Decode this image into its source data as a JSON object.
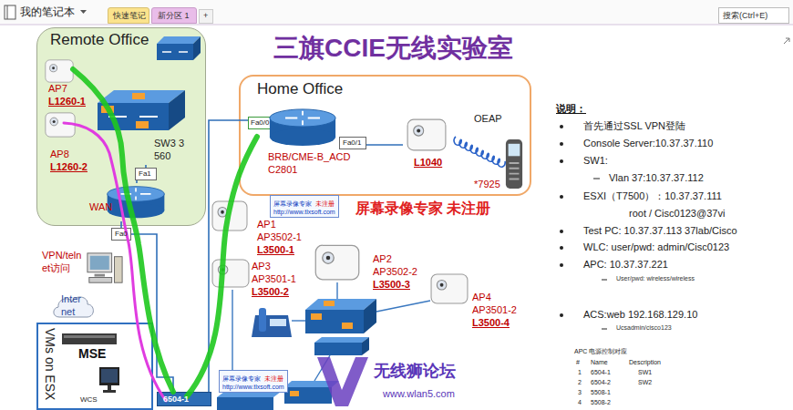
{
  "diagram": {
    "title": "三旗CCIE无线实验室",
    "nodes": [
      {
        "text": [
          "快速笔记"
        ]
      },
      {
        "text": [
          "新分区 1"
        ]
      },
      {
        "text": [
          "+"
        ]
      },
      {
        "text": [
          "搜索(Ctrl+E)"
        ]
      },
      {
        "text": [
          "Remote Office"
        ]
      },
      {
        "text": [
          "AP7",
          "L1260-1"
        ],
        "in": 4
      },
      {
        "text": [
          "AP8",
          "L1260-2"
        ],
        "in": 4
      },
      {
        "text": [
          "SW3 3560"
        ],
        "in": 4
      },
      {
        "text": [
          "Fa1"
        ],
        "in": 4
      },
      {
        "text": [
          "WAN"
        ],
        "in": 4
      },
      {
        "text": [
          "Fa0"
        ]
      },
      {
        "text": [
          "Home Office"
        ]
      },
      {
        "text": [
          "Fa0/0"
        ],
        "in": 11
      },
      {
        "text": [
          "Fa0/1"
        ],
        "in": 11
      },
      {
        "text": [
          "BRB/CME-B_ACD C2801"
        ],
        "in": 11
      },
      {
        "text": [
          "L1040"
        ],
        "in": 11
      },
      {
        "text": [
          "OEAP",
          "*7925"
        ]
      },
      {
        "text": [
          "AP1",
          "AP3502-1",
          "L3500-1"
        ]
      },
      {
        "text": [
          "AP3",
          "AP3501-1",
          "L3500-2"
        ]
      },
      {
        "text": [
          "AP2",
          "AP3502-2",
          "L3500-3"
        ]
      },
      {
        "text": [
          "AP4",
          "AP3501-2",
          "L3500-4"
        ]
      },
      {
        "text": [
          "VPN/telnet访问"
        ]
      },
      {
        "text": [
          "Internet"
        ]
      },
      {
        "text": [
          "VMs on ESX"
        ]
      },
      {
        "text": [
          "MSE"
        ],
        "in": 23
      },
      {
        "text": [
          "WCS"
        ],
        "in": 23
      },
      {
        "text": [
          "6504-1"
        ]
      }
    ],
    "edges": [
      {
        "from": 7,
        "to": 8,
        "arrow": "none"
      },
      {
        "from": 8,
        "to": 9,
        "arrow": "none"
      },
      {
        "from": 9,
        "to": 10,
        "arrow": "none"
      },
      {
        "from": 10,
        "to": 26,
        "arrow": "none"
      },
      {
        "from": 12,
        "to": 26,
        "arrow": "none"
      },
      {
        "from": 13,
        "to": 15,
        "arrow": "none"
      }
    ],
    "labels": [
      "我的笔记本",
      "说明：",
      "首先通过SSL VPN登陆",
      "Console Server:10.37.37.110",
      "SW1:",
      "Vlan 37:10.37.37.112",
      "ESXI（T7500）：10.37.37.111",
      "root / Cisc0123@37vi",
      "Test PC: 10.37.37.113 37lab/Cisco",
      "WLC: user/pwd: admin/Cisc0123",
      "APC: 10.37.37.221",
      "User/pwd: wireless/wireless",
      "ACS:web 192.168.129.10",
      "Ucsadmin/cisco123",
      "APC 电源控制对应",
      "#",
      "Name",
      "Description",
      "1",
      "6504-1",
      "SW1",
      "2",
      "6504-2",
      "SW2",
      "3",
      "5508-1",
      "4",
      "5508-2",
      "屏幕录像专家 未注册",
      "屏幕录像专家",
      "未注册",
      "http://www.tlxsoft.com",
      "屏幕录像专家",
      "未注册",
      "http://www.tlxsoft.com",
      "无线狮论坛",
      "www.wlan5.com"
    ]
  }
}
